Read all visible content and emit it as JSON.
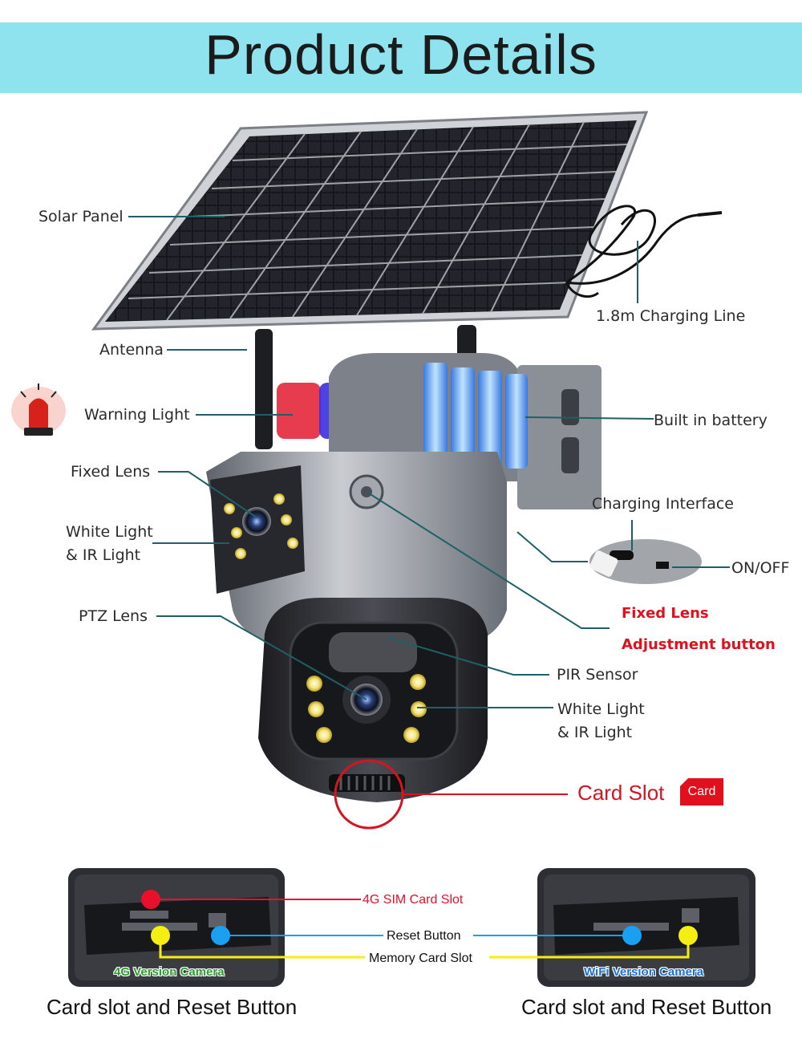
{
  "banner": {
    "title": "Product Details"
  },
  "labels": {
    "solar_panel": "Solar Panel",
    "charging_line": "1.8m Charging Line",
    "antenna": "Antenna",
    "warning_light": "Warning Light",
    "built_in_battery": "Built in battery",
    "fixed_lens": "Fixed Lens",
    "charging_interface": "Charging Interface",
    "white_light_line1": "White Light",
    "white_light_line2": "& IR Light",
    "on_off": "ON/OFF",
    "ptz_lens": "PTZ Lens",
    "fixed_lens_adj_line1": "Fixed Lens",
    "fixed_lens_adj_line2": "Adjustment button",
    "pir_sensor": "PIR Sensor",
    "white_light2_line1": "White Light",
    "white_light2_line2": "& IR Light",
    "card_slot": "Card Slot",
    "card_badge": "Card"
  },
  "slots": {
    "sim_card_slot": "4G SIM Card Slot",
    "reset_button": "Reset Button",
    "memory_card_slot": "Memory Card Slot",
    "version_4g": "4G Version Camera",
    "version_wifi": "WiFi Version Camera",
    "caption_left": "Card slot and Reset Button",
    "caption_right": "Card slot and Reset Button"
  },
  "colors": {
    "banner": "#8fe3ef",
    "leader_line": "#1f5f66",
    "red_accent": "#e0101c",
    "sim_dot": "#e8102a",
    "reset_dot": "#1aa0f0",
    "memory_dot": "#f5ee12"
  }
}
